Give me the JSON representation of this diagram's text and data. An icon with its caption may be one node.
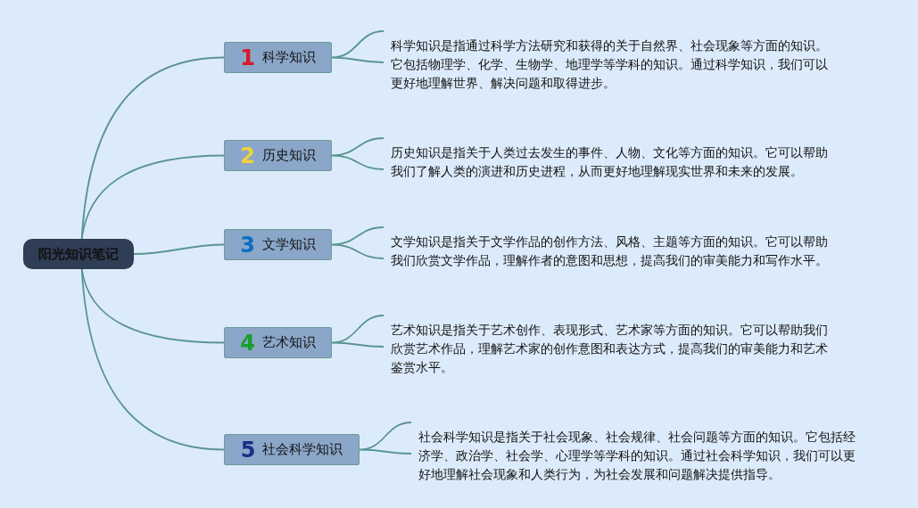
{
  "diagram": {
    "nodes": [
      {
        "text": [
          "阳光知识笔记"
        ]
      },
      {
        "text": [
          "1",
          "科学知识"
        ]
      },
      {
        "text": [
          "2",
          "历史知识"
        ]
      },
      {
        "text": [
          "3",
          "文学知识"
        ]
      },
      {
        "text": [
          "4",
          "艺术知识"
        ]
      },
      {
        "text": [
          "5",
          "社会科学知识"
        ]
      },
      {
        "text": [
          "科学知识是指通过科学方法研究和获得的关于自然界、社会现象等方面的知识。它包括物理学、化学、生物学、地理学等学科的知识。通过科学知识，我们可以更好地理解世界、解决问题和取得进步。"
        ]
      },
      {
        "text": [
          "历史知识是指关于人类过去发生的事件、人物、文化等方面的知识。它可以帮助我们了解人类的演进和历史进程，从而更好地理解现实世界和未来的发展。"
        ]
      },
      {
        "text": [
          "文学知识是指关于文学作品的创作方法、风格、主题等方面的知识。它可以帮助我们欣赏文学作品，理解作者的意图和思想，提高我们的审美能力和写作水平。"
        ]
      },
      {
        "text": [
          "艺术知识是指关于艺术创作、表现形式、艺术家等方面的知识。它可以帮助我们欣赏艺术作品，理解艺术家的创作意图和表达方式，提高我们的审美能力和艺术鉴赏水平。"
        ]
      },
      {
        "text": [
          "社会科学知识是指关于社会现象、社会规律、社会问题等方面的知识。它包括经济学、政治学、社会学、心理学等学科的知识。通过社会科学知识，我们可以更好地理解社会现象和人类行为，为社会发展和问题解决提供指导。"
        ]
      }
    ],
    "edges": [
      {
        "from": 0,
        "to": 1,
        "arrow": "none"
      },
      {
        "from": 0,
        "to": 2,
        "arrow": "none"
      },
      {
        "from": 0,
        "to": 3,
        "arrow": "none"
      },
      {
        "from": 0,
        "to": 4,
        "arrow": "none"
      },
      {
        "from": 0,
        "to": 5,
        "arrow": "none"
      },
      {
        "from": 1,
        "to": 6,
        "arrow": "none"
      },
      {
        "from": 2,
        "to": 7,
        "arrow": "none"
      },
      {
        "from": 3,
        "to": 8,
        "arrow": "none"
      },
      {
        "from": 4,
        "to": 9,
        "arrow": "none"
      },
      {
        "from": 5,
        "to": 10,
        "arrow": "none"
      }
    ]
  }
}
